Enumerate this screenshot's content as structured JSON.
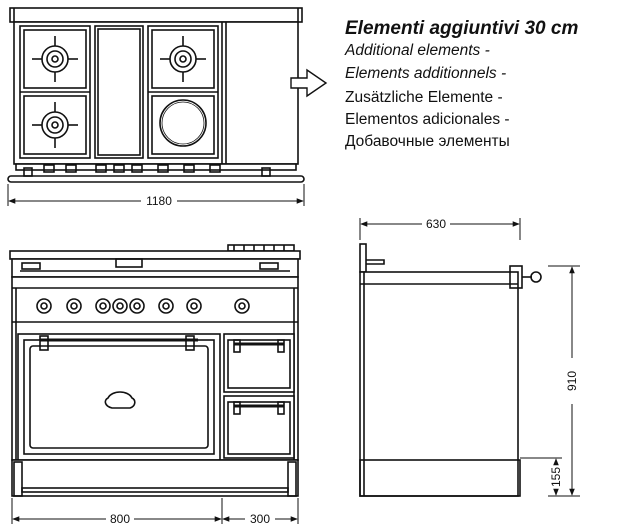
{
  "heading": {
    "title": "Elementi aggiuntivi 30 cm",
    "lines": [
      "Additional elements -",
      "Elements additionnels -",
      "Zusätzliche Elemente -",
      "Elementos adicionales -",
      "Добавочные элементы"
    ]
  },
  "dimensions": {
    "top_width": "1180",
    "side_depth": "630",
    "side_height": "910",
    "leg_height": "155",
    "main_oven_width": "800",
    "side_oven_width": "300"
  }
}
